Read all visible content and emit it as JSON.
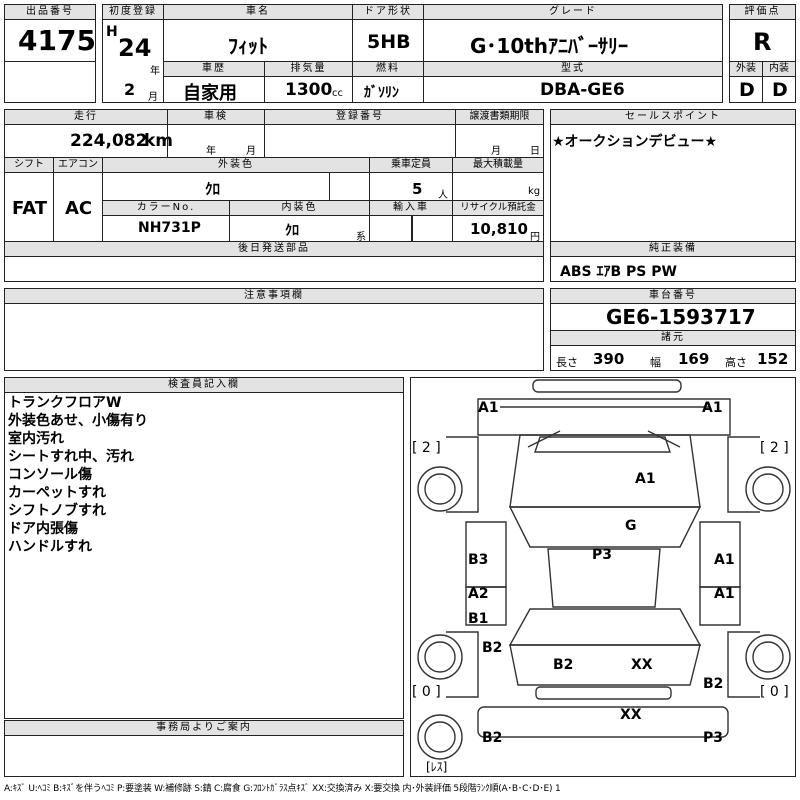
{
  "header": {
    "lot_label": "出品番号",
    "lot": "4175",
    "first_reg_label": "初度登録",
    "era": "H",
    "year": "24",
    "year_unit": "年",
    "month": "2",
    "month_unit": "月",
    "car_name_label": "車名",
    "car_name": "ﾌｨｯﾄ",
    "door_label": "ドア形状",
    "door": "5HB",
    "grade_label": "グレード",
    "grade": "G･10thｱﾆﾊﾞｰｻﾘｰ",
    "score_label": "評価点",
    "score": "R",
    "history_label": "車歴",
    "history": "自家用",
    "displacement_label": "排気量",
    "displacement": "1300",
    "displacement_unit": "cc",
    "fuel_label": "燃料",
    "fuel": "ｶﾞｿﾘﾝ",
    "model_label": "型式",
    "model": "DBA-GE6",
    "exterior_label": "外装",
    "exterior": "D",
    "interior_label": "内装",
    "interior": "D"
  },
  "row2": {
    "mileage_label": "走行",
    "mileage": "224,082",
    "mileage_unit": "km",
    "inspection_label": "車検",
    "ins_year": "年",
    "ins_month": "月",
    "reg_label": "登録番号",
    "transfer_label": "譲渡書類期限",
    "transfer_month": "月",
    "transfer_day": "日",
    "shift_label": "シフト",
    "shift": "FAT",
    "ac_label": "エアコン",
    "ac": "AC",
    "color_label": "外装色",
    "color": "ｸﾛ",
    "capacity_label": "乗車定員",
    "capacity": "5",
    "capacity_unit": "人",
    "load_label": "最大積載量",
    "load_unit": "kg",
    "color_no_label": "カラーNo.",
    "color_no": "NH731P",
    "interior_color_label": "内装色",
    "interior_color": "ｸﾛ",
    "interior_color_unit": "系",
    "import_label": "輸入車",
    "recycle_label": "リサイクル預託金",
    "recycle": "10,810",
    "recycle_unit": "円",
    "later_label": "後日発送部品"
  },
  "sales": {
    "label": "セールスポイント",
    "text": "★オークションデビュー★",
    "genuine_label": "純正装備",
    "genuine": "ABS ｴｱB PS PW"
  },
  "notes": {
    "label": "注意事項欄"
  },
  "chassis": {
    "label": "車台番号",
    "value": "GE6-1593717",
    "spec_label": "諸元",
    "length_label": "長さ",
    "length": "390",
    "width_label": "幅",
    "width": "169",
    "height_label": "高さ",
    "height": "152"
  },
  "inspector": {
    "label": "検査員記入欄",
    "items": [
      "トランクフロアW",
      "外装色あせ、小傷有り",
      "室内汚れ",
      "シートすれ中、汚れ",
      "コンソール傷",
      "カーペットすれ",
      "シフトノブすれ",
      "ドア内張傷",
      "ハンドルすれ"
    ]
  },
  "office": {
    "label": "事務局よりご案内"
  },
  "diagram": {
    "tl": "A1",
    "tr": "A1",
    "hood": "A1",
    "glass": "G",
    "roof": "P3",
    "l1": "B3",
    "l2": "A2",
    "l3": "B1",
    "l4": "B2",
    "r1": "A1",
    "r2": "A1",
    "r3": "B2",
    "tail_l": "B2",
    "tail_r": "XX",
    "bumper": "XX",
    "bl": "B2",
    "br": "P3",
    "tire_fl": "[ 2 ]",
    "tire_fr": "[ 2 ]",
    "tire_rl": "[ 0 ]",
    "tire_rr": "[ 0 ]",
    "spare": "[ﾚｽ]"
  },
  "legend": "A:ｷｽﾞ U:ﾍｺﾐ B:ｷｽﾞを伴うﾍｺﾐ P:要塗装 W:補修跡 S:錆 C:腐食 G:ﾌﾛﾝﾄｶﾞﾗｽ点ｷｽﾞ XX:交換済み X:要交換 内･外装評価 5段階ﾗﾝｸ順(A･B･C･D･E) 1"
}
